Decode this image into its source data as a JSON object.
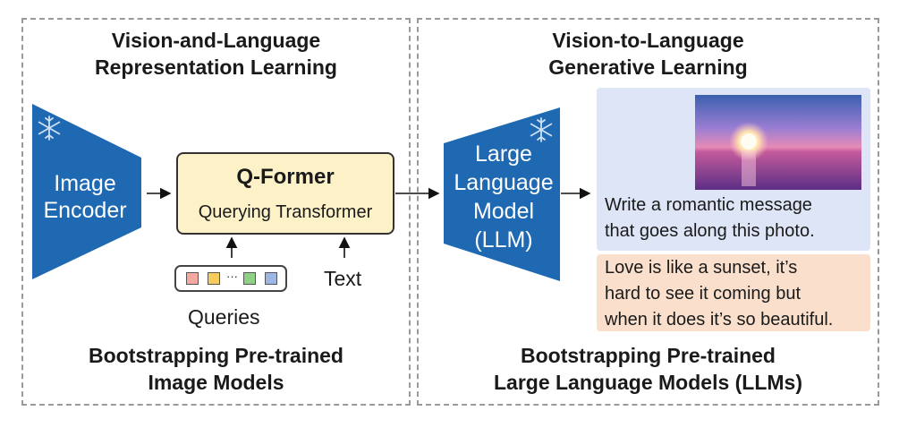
{
  "left_panel": {
    "heading_line1": "Vision-and-Language",
    "heading_line2": "Representation Learning",
    "footer_line1": "Bootstrapping Pre-trained",
    "footer_line2": "Image Models",
    "image_encoder": {
      "line1": "Image",
      "line2": "Encoder",
      "icon": "snowflake-icon"
    },
    "qformer": {
      "title": "Q-Former",
      "subtitle": "Querying Transformer"
    },
    "queries_label": "Queries",
    "queries_ellipsis": "···",
    "query_token_colors": [
      "#f4a9a0",
      "#f6cc5a",
      "#8fcf86",
      "#9db6e6"
    ],
    "text_label": "Text"
  },
  "right_panel": {
    "heading_line1": "Vision-to-Language",
    "heading_line2": "Generative Learning",
    "footer_line1": "Bootstrapping Pre-trained",
    "footer_line2": "Large Language Models (LLMs)",
    "llm": {
      "line1": "Large",
      "line2": "Language",
      "line3": "Model",
      "line4": "(LLM)",
      "icon": "snowflake-icon"
    },
    "prompt": {
      "line1": "Write a romantic message",
      "line2": "that goes along this photo."
    },
    "response": {
      "line1": "Love is like a sunset, it’s",
      "line2": "hard to see it coming but",
      "line3": "when it does it’s so beautiful."
    },
    "photo": "sunset-over-sea-photo"
  },
  "colors": {
    "encoder_blue": "#1f69b3",
    "qformer_fill": "#fdf1c8",
    "prompt_fill": "#dde5f6",
    "response_fill": "#f9dfcc"
  }
}
